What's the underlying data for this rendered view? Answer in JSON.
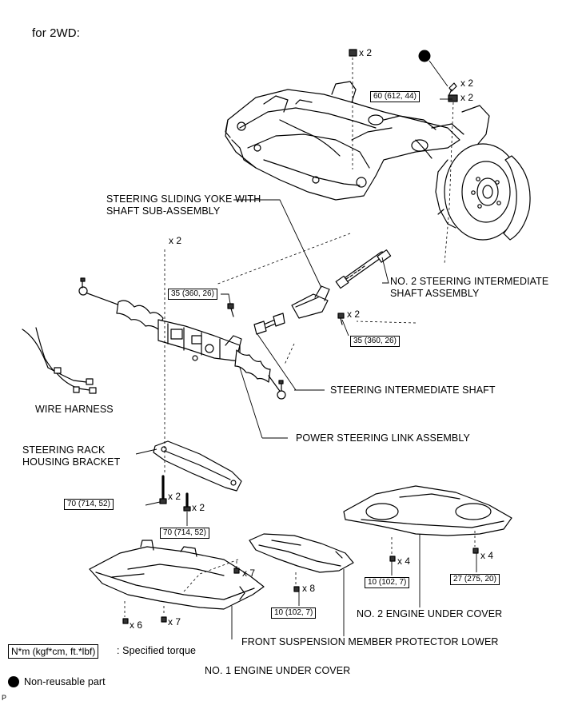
{
  "header": {
    "variant": "for 2WD:"
  },
  "labels": {
    "sliding_yoke_1": "STEERING SLIDING YOKE WITH",
    "sliding_yoke_2": "SHAFT SUB-ASSEMBLY",
    "no2_intermediate_1": "NO. 2 STEERING INTERMEDIATE",
    "no2_intermediate_2": "SHAFT ASSEMBLY",
    "wire_harness": "WIRE HARNESS",
    "intermediate_shaft": "STEERING INTERMEDIATE SHAFT",
    "power_steering_link": "POWER STEERING LINK ASSEMBLY",
    "rack_bracket_1": "STEERING RACK",
    "rack_bracket_2": "HOUSING BRACKET",
    "no2_under_cover": "NO. 2 ENGINE UNDER COVER",
    "protector_lower": "FRONT SUSPENSION MEMBER PROTECTOR LOWER",
    "no1_under_cover": "NO. 1 ENGINE UNDER COVER"
  },
  "torques": {
    "t60": "60 (612, 44)",
    "t35a": "35 (360, 26)",
    "t35b": "35 (360, 26)",
    "t70a": "70 (714, 52)",
    "t70b": "70 (714, 52)",
    "t10a": "10 (102, 7)",
    "t10b": "10 (102, 7)",
    "t27": "27 (275, 20)"
  },
  "quantities": {
    "q_top_nut": "x 2",
    "q_cotter": "x 2",
    "q_60": "x 2",
    "q_rack_nut": "x 2",
    "q_35b": "x 2",
    "q_70a": "x 2",
    "q_70b": "x 2",
    "q_cover1_7a": "x 7",
    "q_cover1_6": "x 6",
    "q_cover1_7b": "x 7",
    "q_protector_8": "x 8",
    "q_cover2_4a": "x 4",
    "q_cover2_4b": "x 4"
  },
  "legend": {
    "torque_box": "N*m (kgf*cm, ft.*lbf)",
    "torque_text": ": Specified torque",
    "non_reusable": "Non-reusable part"
  },
  "footer": {
    "code": "P"
  }
}
